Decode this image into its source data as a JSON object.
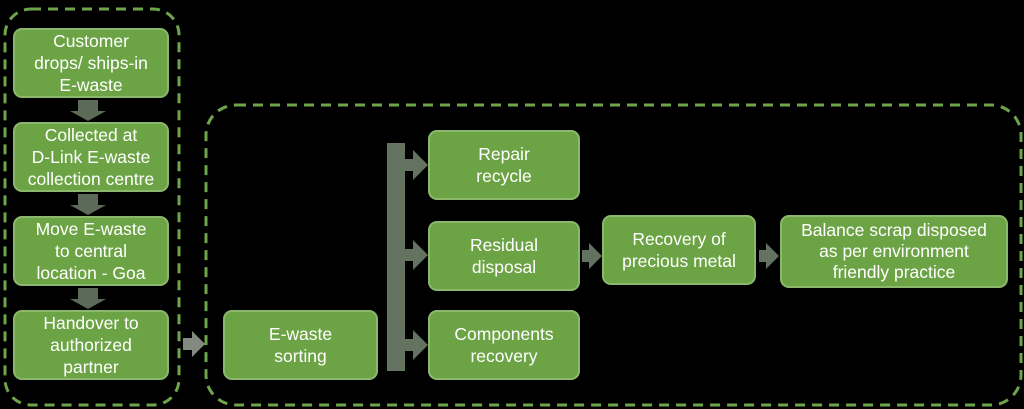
{
  "colors": {
    "background": "#000000",
    "box_green": "#6ca445",
    "dashed_border_green": "#6ea44b",
    "connector_gray_green": "#64735f",
    "down_arrow_gray_green": "#5c6b57",
    "transfer_arrow_gray": "#828a82",
    "text": "#ffffff"
  },
  "collection_flow": {
    "steps": [
      {
        "label": "Customer\ndrops/ ships-in\nE-waste"
      },
      {
        "label": "Collected at\nD-Link E-waste\ncollection centre"
      },
      {
        "label": "Move E-waste\nto central\nlocation - Goa"
      },
      {
        "label": "Handover to\nauthorized\npartner"
      }
    ]
  },
  "processing_flow": {
    "sorting": {
      "label": "E-waste\nsorting"
    },
    "branches": [
      {
        "label": "Repair\nrecycle"
      },
      {
        "label": "Residual\ndisposal"
      },
      {
        "label": "Components\nrecovery"
      }
    ],
    "recovery": {
      "label": "Recovery of\nprecious metal"
    },
    "disposal": {
      "label": "Balance scrap disposed\nas per environment\nfriendly practice"
    }
  }
}
